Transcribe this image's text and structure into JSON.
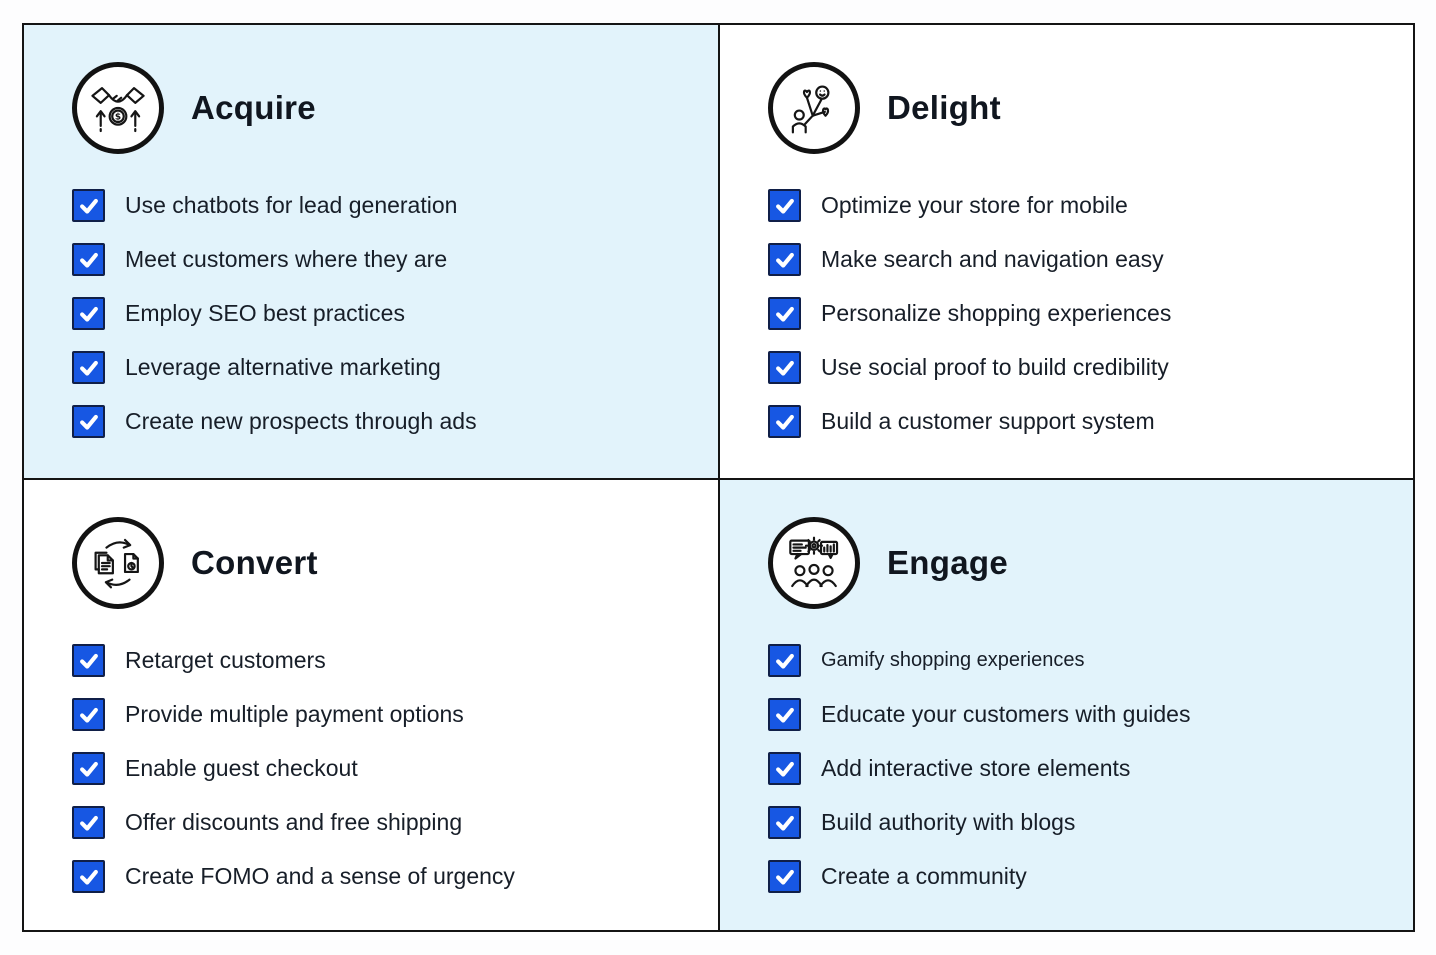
{
  "colors": {
    "checkbox_blue": "#1757e3",
    "checkbox_border": "#101f48",
    "panel_light_blue": "#e2f3fb",
    "panel_white": "#ffffff",
    "line_black": "#141414",
    "text_dark": "#171e28"
  },
  "quadrants": [
    {
      "id": "acquire",
      "title": "Acquire",
      "icon": "handshake-money-icon",
      "background": "#e2f3fb",
      "items": [
        "Use chatbots for lead generation",
        "Meet customers where they are",
        "Employ SEO best practices",
        "Leverage alternative marketing",
        "Create new prospects through ads"
      ]
    },
    {
      "id": "delight",
      "title": "Delight",
      "icon": "balloons-smiley-icon",
      "background": "#ffffff",
      "items": [
        "Optimize your store for mobile",
        "Make search and navigation easy",
        "Personalize shopping experiences",
        "Use social proof to build credibility",
        "Build a customer support system"
      ]
    },
    {
      "id": "convert",
      "title": "Convert",
      "icon": "documents-cycle-icon",
      "background": "#ffffff",
      "items": [
        "Retarget customers",
        "Provide multiple payment options",
        "Enable guest checkout",
        "Offer discounts and free shipping",
        "Create FOMO and a sense of urgency"
      ]
    },
    {
      "id": "engage",
      "title": "Engage",
      "icon": "team-discussion-icon",
      "background": "#e2f3fb",
      "items": [
        "Gamify shopping experiences",
        "Educate your customers with guides",
        "Add interactive store elements",
        "Build authority with blogs",
        "Create a community"
      ]
    }
  ]
}
